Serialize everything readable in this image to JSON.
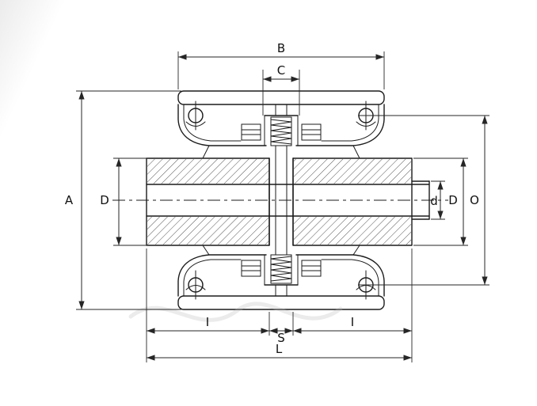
{
  "drawing": {
    "labels": {
      "A": "A",
      "B": "B",
      "C": "C",
      "D_left": "D",
      "D_right": "D",
      "d_shaft": "d",
      "O": "O",
      "I_left": "I",
      "I_right": "I",
      "S": "S",
      "L": "L"
    },
    "colors": {
      "line": "#1b1b1b",
      "dimension": "#262626",
      "hatch": "#555555",
      "background": "#ffffff",
      "watermark": "#bdbdbd"
    }
  }
}
